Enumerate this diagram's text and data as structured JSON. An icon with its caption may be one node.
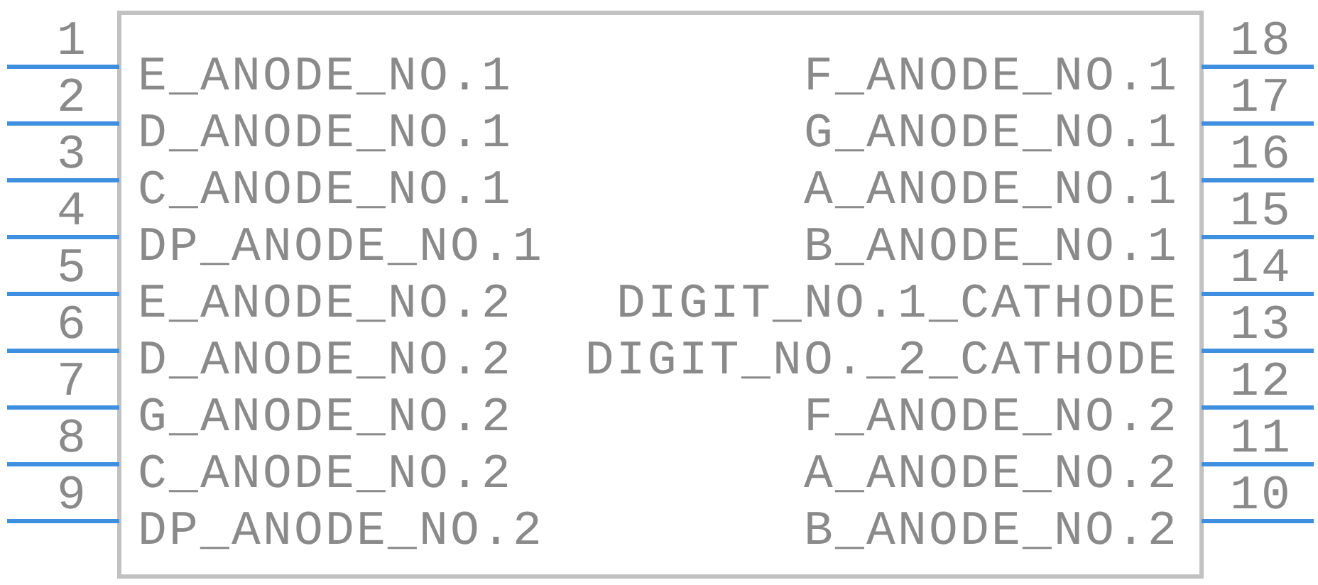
{
  "diagram": {
    "labels": [
      "1",
      "E_ANODE_NO.1",
      "F_ANODE_NO.1",
      "18",
      "2",
      "D_ANODE_NO.1",
      "G_ANODE_NO.1",
      "17",
      "3",
      "C_ANODE_NO.1",
      "A_ANODE_NO.1",
      "16",
      "4",
      "DP_ANODE_NO.1",
      "B_ANODE_NO.1",
      "15",
      "5",
      "E_ANODE_NO.2",
      "DIGIT_NO.1_CATHODE",
      "14",
      "6",
      "D_ANODE_NO.2",
      "DIGIT_NO._2_CATHODE",
      "13",
      "7",
      "G_ANODE_NO.2",
      "F_ANODE_NO.2",
      "12",
      "8",
      "C_ANODE_NO.2",
      "A_ANODE_NO.2",
      "11",
      "9",
      "DP_ANODE_NO.2",
      "B_ANODE_NO.2",
      "10"
    ]
  }
}
